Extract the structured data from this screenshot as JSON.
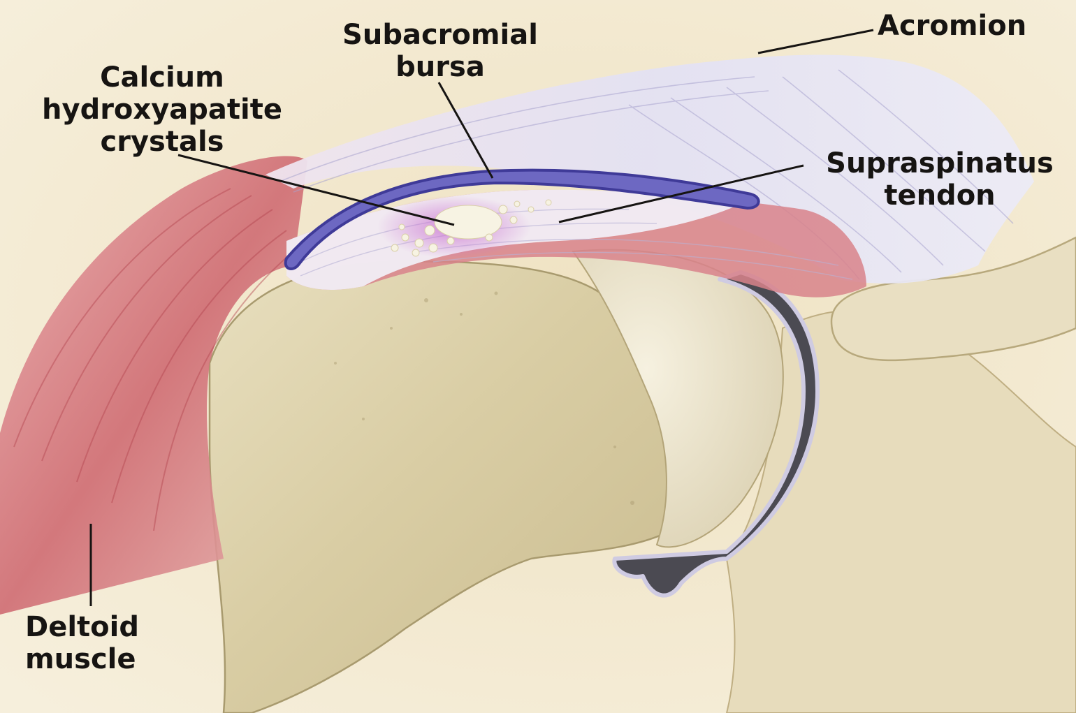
{
  "labels": {
    "acromion": "Acromion",
    "subacromial_bursa": [
      "Subacromial",
      "bursa"
    ],
    "calcium_crystals": [
      "Calcium",
      "hydroxyapatite",
      "crystals"
    ],
    "supraspinatus_tendon": [
      "Supraspinatus",
      "tendon"
    ],
    "deltoid_muscle": [
      "Deltoid",
      "muscle"
    ]
  },
  "colors": {
    "background": "#f3ead3",
    "bone": "#ddd2ae",
    "muscle": "#c9646a",
    "tendon": "#e9e6f2",
    "bursa": "#5b56b0",
    "crystals": "#f7f3e3",
    "cartilage": "#4b4a52",
    "label": "#161412"
  }
}
